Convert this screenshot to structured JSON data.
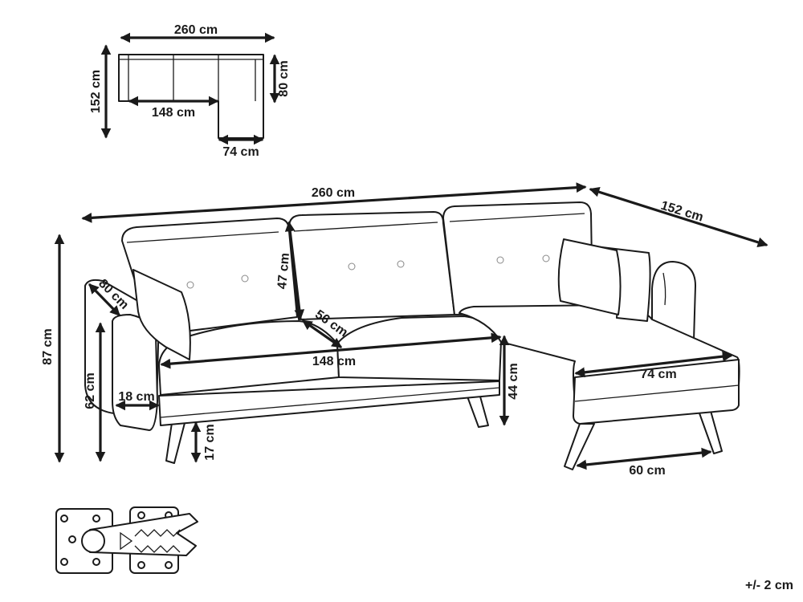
{
  "top_view": {
    "total_width": "260 cm",
    "depth": "152 cm",
    "seat_width": "148 cm",
    "back_depth": "80 cm",
    "chaise_width": "74 cm"
  },
  "main_view": {
    "total_width": "260 cm",
    "chaise_length": "152 cm",
    "height": "87 cm",
    "armrest_height": "62 cm",
    "armrest_depth": "80 cm",
    "armrest_width": "18 cm",
    "backrest_height": "47 cm",
    "seat_depth": "56 cm",
    "seat_width": "148 cm",
    "seat_height": "44 cm",
    "leg_height": "17 cm",
    "chaise_width": "74 cm",
    "chaise_leg_span": "60 cm"
  },
  "tolerance": "+/- 2 cm"
}
